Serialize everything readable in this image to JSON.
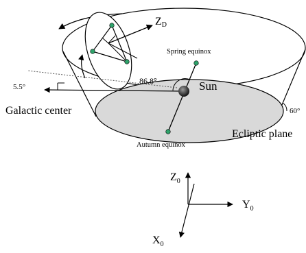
{
  "labels": {
    "z_d": "Z",
    "z_d_sub": "D",
    "spring_equinox": "Spring equinox",
    "autumn_equinox": "Autumn equinox",
    "angle_86": "86.8°",
    "sun": "Sun",
    "angle_5": "5.5°",
    "angle_60": "60°",
    "galactic_center": "Galactic center",
    "ecliptic_plane": "Ecliptic plane"
  },
  "axes": {
    "z": "Z",
    "y": "Y",
    "x": "X",
    "sub": "0"
  },
  "colors": {
    "ecliptic_fill": "#d9d9d9",
    "stroke": "#000000",
    "marker_fill": "#2fa36b",
    "sun_dark": "#1a1a1a",
    "sun_light": "#8c8c8c"
  }
}
